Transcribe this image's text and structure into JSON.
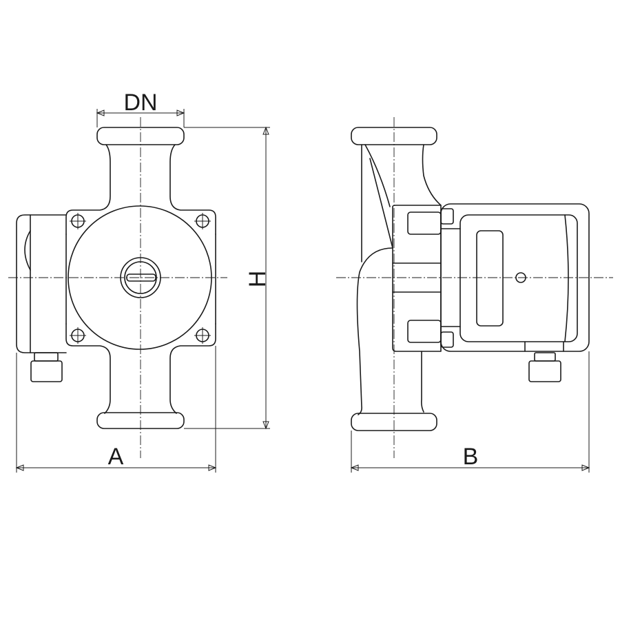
{
  "labels": {
    "dn": "DN",
    "h": "H",
    "a": "A",
    "b": "B"
  },
  "colors": {
    "line": "#1a1a1a",
    "background": "#ffffff"
  }
}
